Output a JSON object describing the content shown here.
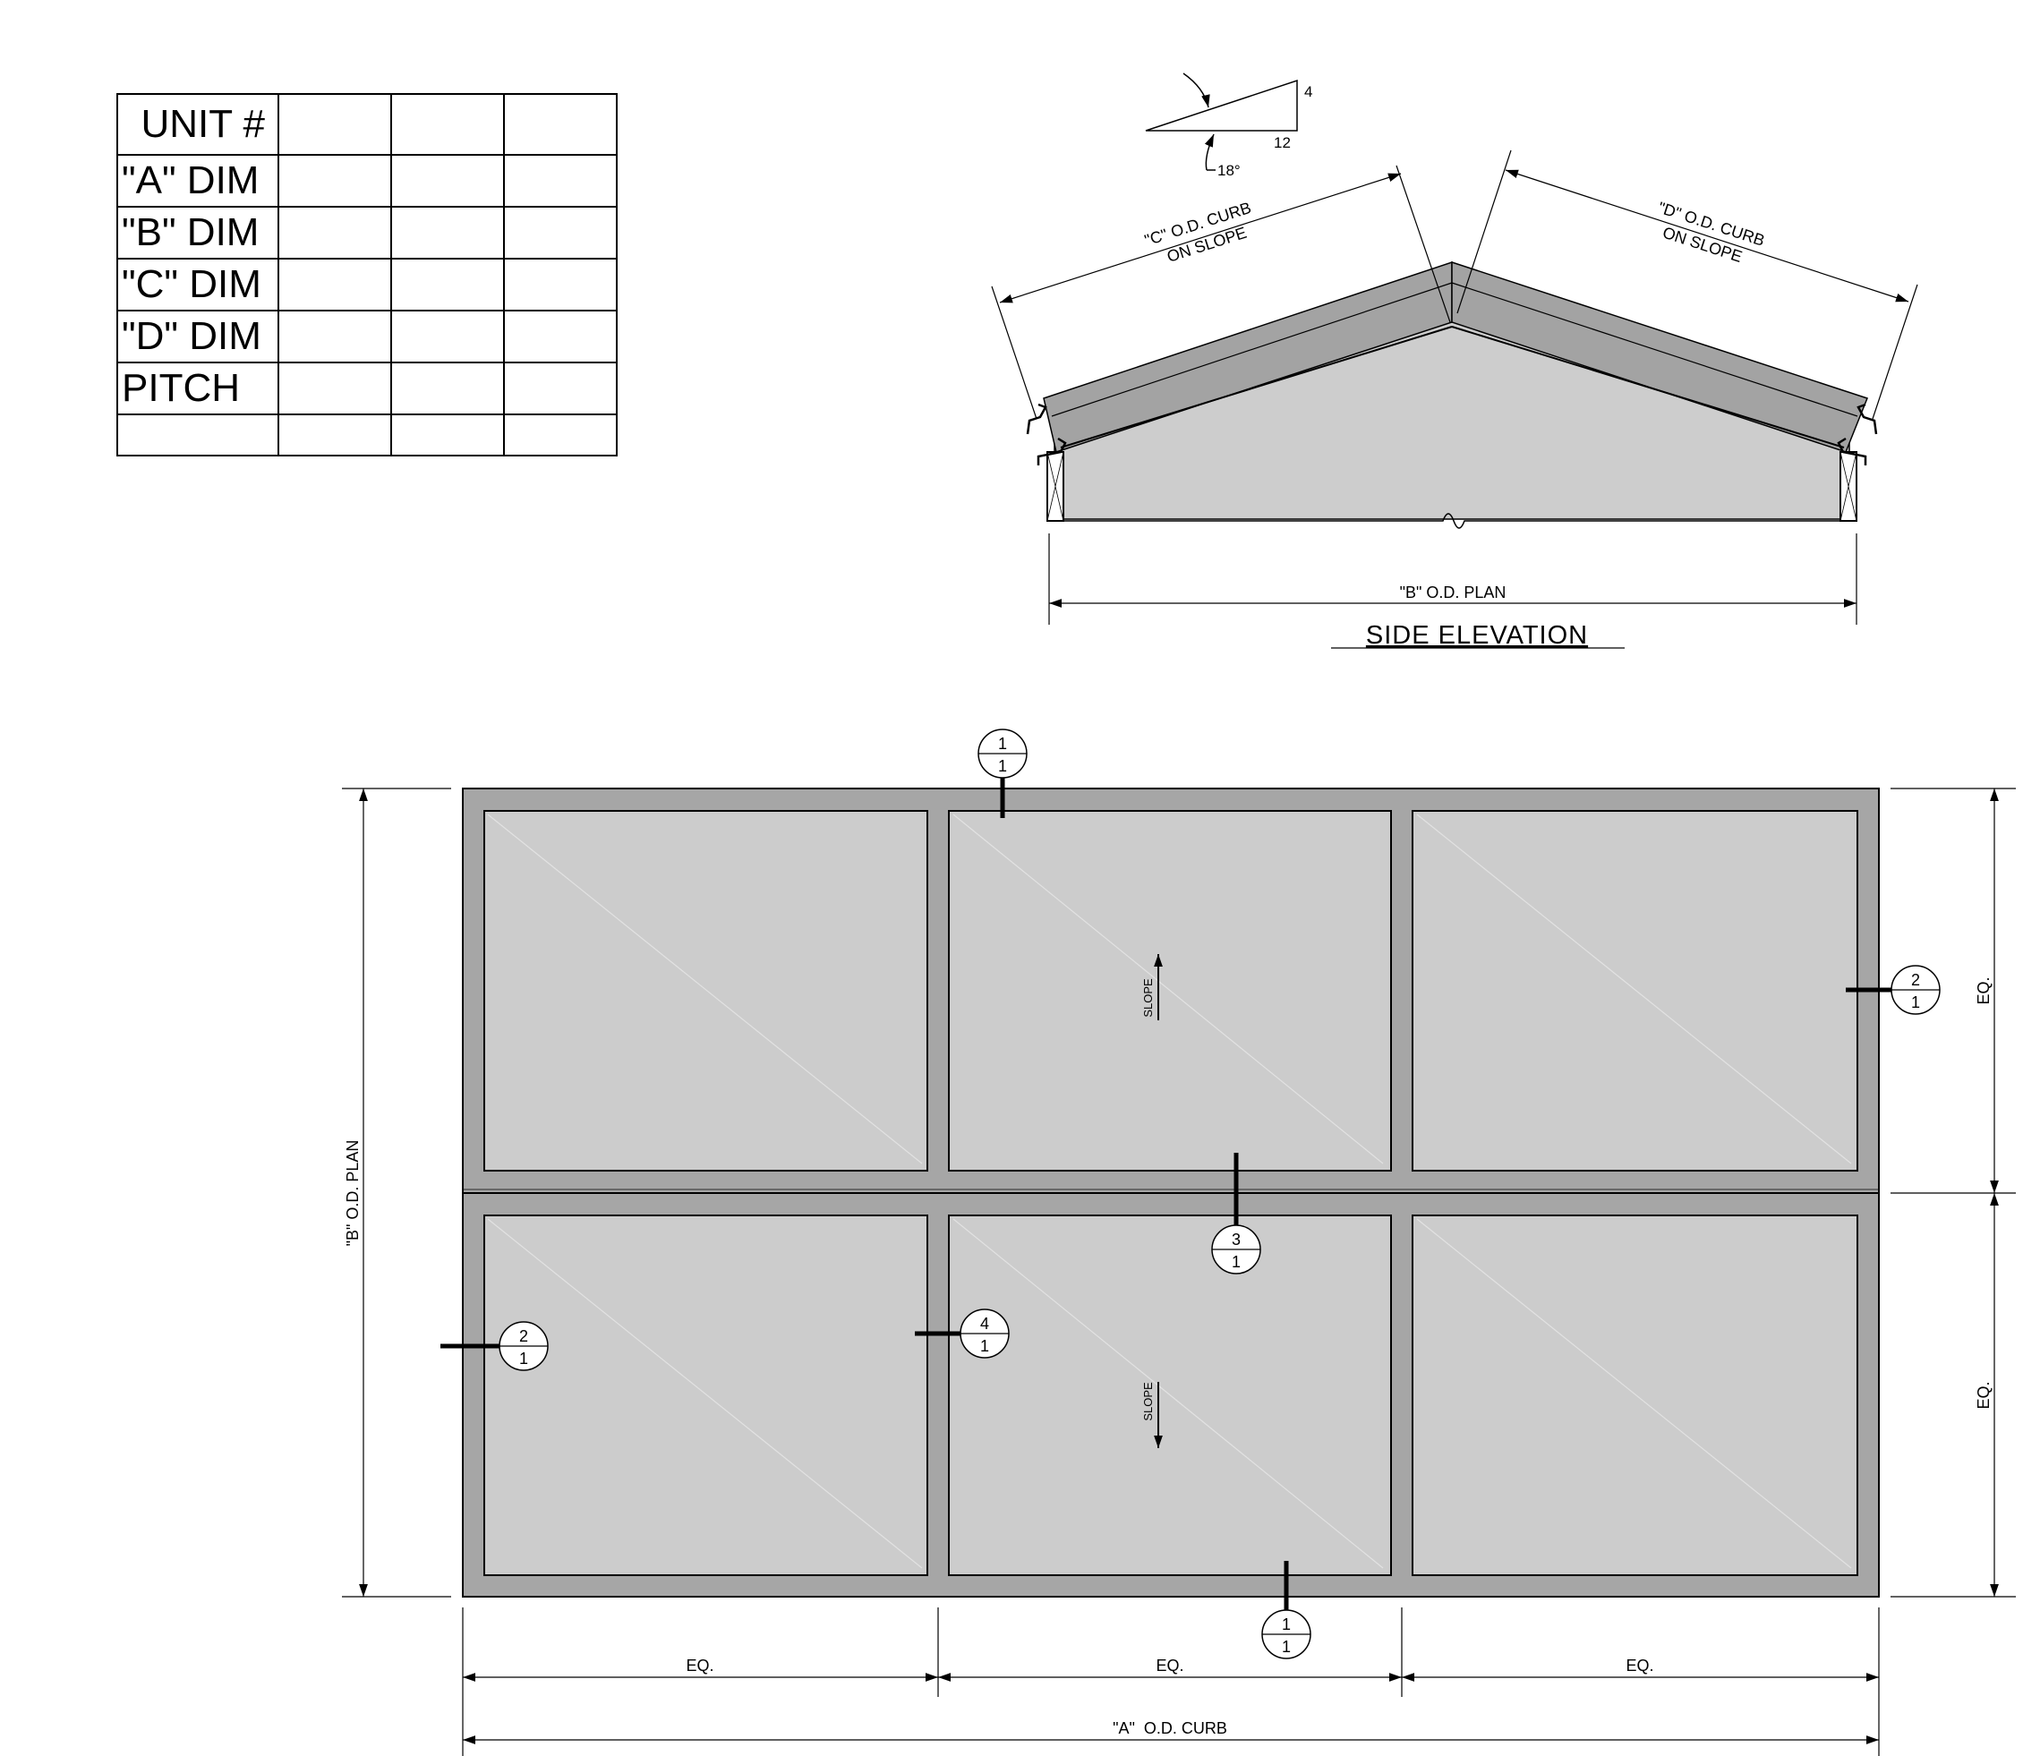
{
  "dim_table": {
    "rows": [
      {
        "label": "UNIT #"
      },
      {
        "label": "\"A\" DIM"
      },
      {
        "label": "\"B\" DIM"
      },
      {
        "label": "\"C\" DIM"
      },
      {
        "label": "\"D\" DIM"
      },
      {
        "label": "PITCH"
      },
      {
        "label": ""
      }
    ]
  },
  "elevation": {
    "title": "SIDE ELEVATION",
    "pitch_rise": "4",
    "pitch_run": "12",
    "angle": "18°",
    "c_dim_line1": "\"C\" O.D. CURB",
    "c_dim_line2": "ON SLOPE",
    "d_dim_line1": "\"D\" O.D. CURB",
    "d_dim_line2": "ON SLOPE",
    "b_dim": "\"B\" O.D. PLAN"
  },
  "plan": {
    "b_dim": "\"B\" O.D. PLAN",
    "a_dim": "\"A\"  O.D. CURB",
    "eq": "EQ.",
    "slope": "SLOPE",
    "callouts": {
      "top": {
        "top": "1",
        "bottom": "1"
      },
      "right": {
        "top": "2",
        "bottom": "1"
      },
      "center": {
        "top": "3",
        "bottom": "1"
      },
      "left": {
        "top": "2",
        "bottom": "1"
      },
      "mid": {
        "top": "4",
        "bottom": "1"
      },
      "bottom": {
        "top": "1",
        "bottom": "1"
      }
    }
  }
}
